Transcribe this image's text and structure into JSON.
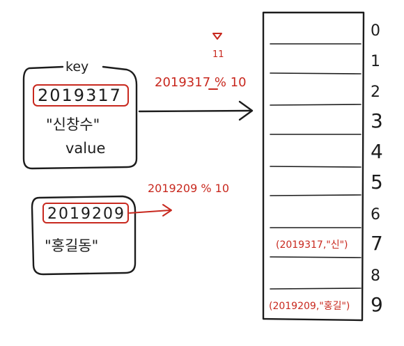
{
  "record1": {
    "header": "key",
    "key_value": "2019317",
    "name_value": "\"신창수\"",
    "value_label": "value",
    "hash_expr": "2019317 % 10"
  },
  "record2": {
    "key_value": "2019209",
    "name_value": "\"홍길동\"",
    "hash_expr": "2019209 % 10"
  },
  "table": {
    "slots": [
      "0",
      "1",
      "2",
      "3",
      "4",
      "5",
      "6",
      "7",
      "8",
      "9"
    ],
    "entries": [
      {
        "slot": 7,
        "text": "(2019317,\"신\")"
      },
      {
        "slot": 9,
        "text": "(2019209,\"홍길\")"
      }
    ]
  },
  "annotation": {
    "digit_marker": "11"
  },
  "colors": {
    "ink": "#1c1c1c",
    "accent": "#c8281e"
  }
}
